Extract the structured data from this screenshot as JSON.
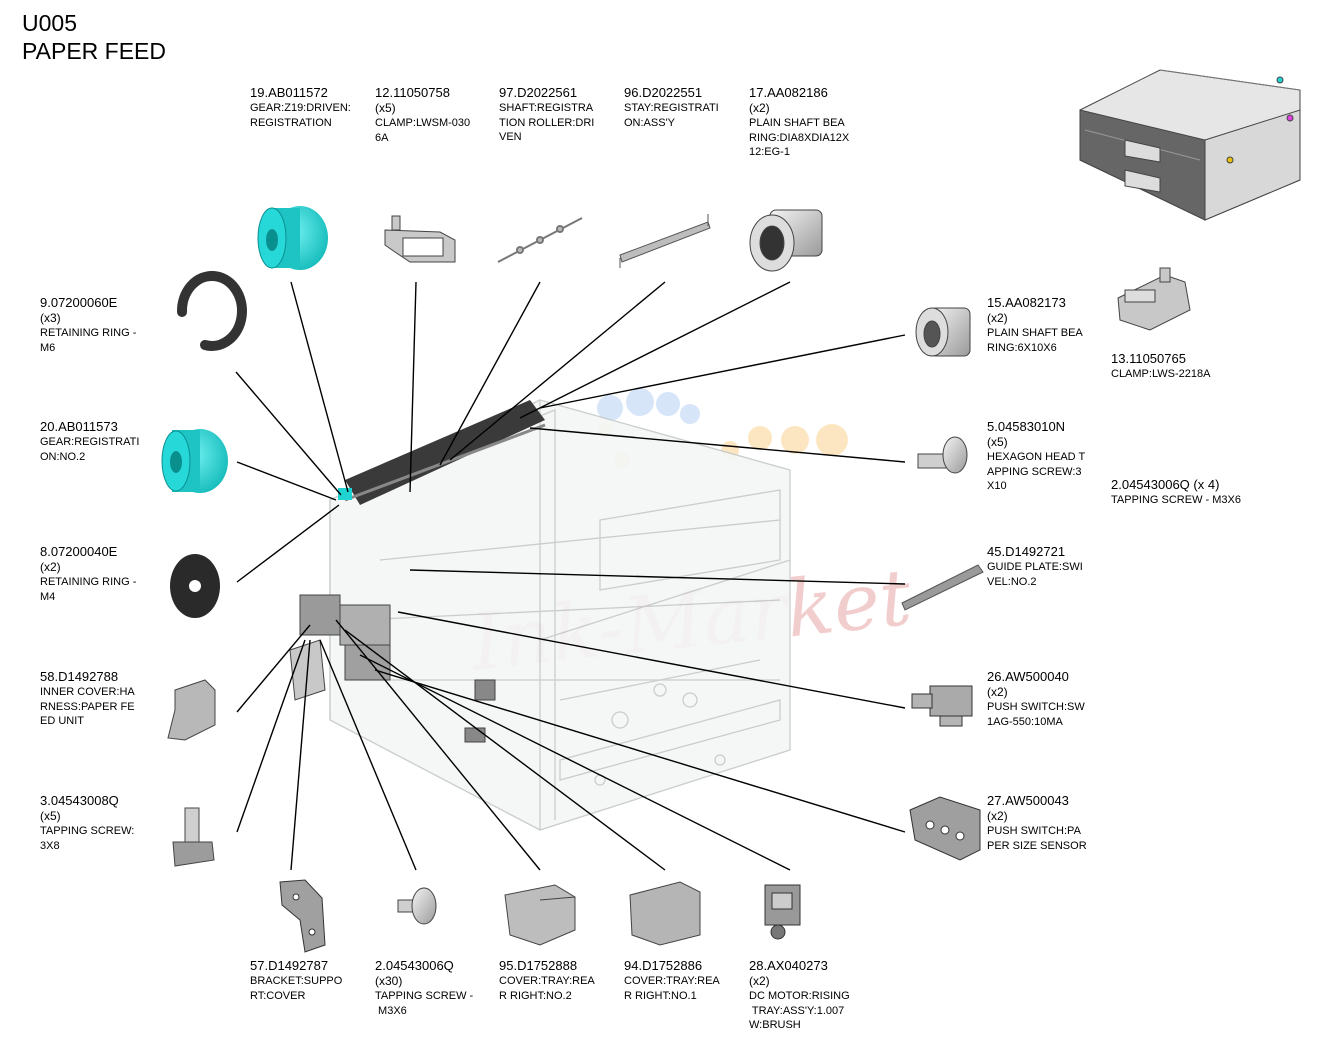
{
  "header": {
    "code": "U005",
    "title": "PAPER FEED"
  },
  "watermark": "Ink-Market",
  "parts": {
    "p19": {
      "pn": "19.AB011572",
      "qty": "",
      "desc": [
        "GEAR:Z19:DRIVEN:",
        "REGISTRATION"
      ],
      "icon": "gear-cyan-icon"
    },
    "p12": {
      "pn": "12.11050758",
      "qty": "(x5)",
      "desc": [
        "CLAMP:LWSM-030",
        "6A"
      ],
      "icon": "clamp-icon"
    },
    "p97": {
      "pn": "97.D2022561",
      "qty": "",
      "desc": [
        "SHAFT:REGISTRA",
        "TION ROLLER:DRI",
        "VEN"
      ],
      "icon": "shaft-icon"
    },
    "p96": {
      "pn": "96.D2022551",
      "qty": "",
      "desc": [
        "STAY:REGISTRATI",
        "ON:ASS'Y"
      ],
      "icon": "stay-icon"
    },
    "p17": {
      "pn": "17.AA082186",
      "qty": "(x2)",
      "desc": [
        "PLAIN SHAFT BEA",
        "RING:DIA8XDIA12X",
        "12:EG-1"
      ],
      "icon": "bearing-icon"
    },
    "p9": {
      "pn": "9.07200060E",
      "qty": "(x3)",
      "desc": [
        "RETAINING RING -",
        "M6"
      ],
      "icon": "retaining-ring-icon"
    },
    "p20": {
      "pn": "20.AB011573",
      "qty": "",
      "desc": [
        "GEAR:REGISTRATI",
        "ON:NO.2"
      ],
      "icon": "gear-cyan-icon"
    },
    "p8": {
      "pn": "8.07200040E",
      "qty": "(x2)",
      "desc": [
        "RETAINING RING -",
        "M4"
      ],
      "icon": "washer-icon"
    },
    "p58": {
      "pn": "58.D1492788",
      "qty": "",
      "desc": [
        "INNER COVER:HA",
        "RNESS:PAPER FE",
        "ED UNIT"
      ],
      "icon": "cover-icon"
    },
    "p3": {
      "pn": "3.04543008Q",
      "qty": "(x5)",
      "desc": [
        "TAPPING SCREW:",
        "3X8"
      ],
      "icon": "screw-icon"
    },
    "p57": {
      "pn": "57.D1492787",
      "qty": "",
      "desc": [
        "BRACKET:SUPPO",
        "RT:COVER"
      ],
      "icon": "bracket-icon"
    },
    "p2b": {
      "pn": "2.04543006Q",
      "qty": "(x30)",
      "desc": [
        "TAPPING SCREW -",
        " M3X6"
      ],
      "icon": "screw-icon"
    },
    "p95": {
      "pn": "95.D1752888",
      "qty": "",
      "desc": [
        "COVER:TRAY:REA",
        "R RIGHT:NO.2"
      ],
      "icon": "cover-icon"
    },
    "p94": {
      "pn": "94.D1752886",
      "qty": "",
      "desc": [
        "COVER:TRAY:REA",
        "R RIGHT:NO.1"
      ],
      "icon": "cover-icon"
    },
    "p28": {
      "pn": "28.AX040273",
      "qty": "(x2)",
      "desc": [
        "DC MOTOR:RISING",
        " TRAY:ASS'Y:1.007",
        "W:BRUSH"
      ],
      "icon": "motor-icon"
    },
    "p15": {
      "pn": "15.AA082173",
      "qty": "(x2)",
      "desc": [
        "PLAIN SHAFT BEA",
        "RING:6X10X6"
      ],
      "icon": "bearing-icon"
    },
    "p13": {
      "pn": "13.11050765",
      "qty": "",
      "desc": [
        "CLAMP:LWS-2218A"
      ],
      "icon": "clamp-icon"
    },
    "p5": {
      "pn": "5.04583010N",
      "qty": "(x5)",
      "desc": [
        "HEXAGON HEAD T",
        "APPING SCREW:3",
        "X10"
      ],
      "icon": "screw-icon"
    },
    "p2a": {
      "pn": "2.04543006Q (x 4)",
      "qty": "",
      "desc": [
        "TAPPING SCREW - M3X6"
      ],
      "icon": ""
    },
    "p45": {
      "pn": "45.D1492721",
      "qty": "",
      "desc": [
        "GUIDE PLATE:SWI",
        "VEL:NO.2"
      ],
      "icon": "guide-plate-icon"
    },
    "p26": {
      "pn": "26.AW500040",
      "qty": "(x2)",
      "desc": [
        "PUSH SWITCH:SW",
        "1AG-550:10MA"
      ],
      "icon": "push-switch-icon"
    },
    "p27": {
      "pn": "27.AW500043",
      "qty": "(x2)",
      "desc": [
        "PUSH SWITCH:PA",
        "PER SIZE SENSOR"
      ],
      "icon": "sensor-icon"
    }
  },
  "colors": {
    "accent": "#1fd3d3",
    "line": "#000000",
    "frame": "#c8cccc"
  }
}
